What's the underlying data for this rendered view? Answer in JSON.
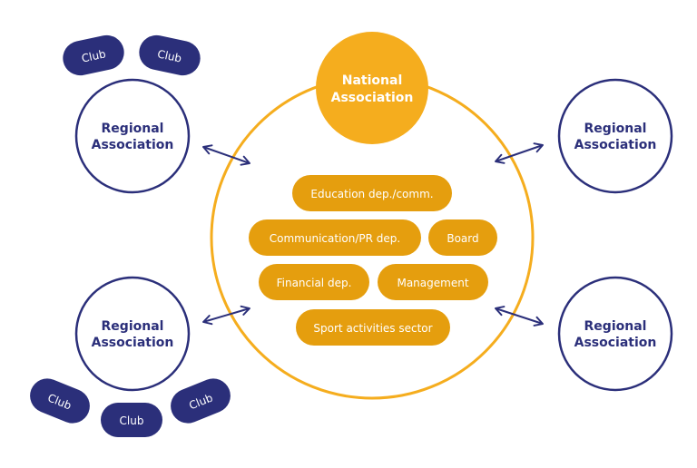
{
  "colors": {
    "navy": "#2b2f7a",
    "gold": "#f5ad1e",
    "gold_pill": "#e59e0e",
    "white": "#ffffff"
  },
  "national": {
    "line1": "National",
    "line2": "Association"
  },
  "regional": [
    {
      "line1": "Regional",
      "line2": "Association"
    },
    {
      "line1": "Regional",
      "line2": "Association"
    },
    {
      "line1": "Regional",
      "line2": "Association"
    },
    {
      "line1": "Regional",
      "line2": "Association"
    }
  ],
  "clubs": [
    "Club",
    "Club",
    "Club",
    "Club",
    "Club"
  ],
  "departments": [
    "Education dep./comm.",
    "Communication/PR dep.",
    "Board",
    "Financial dep.",
    "Management",
    "Sport activities sector"
  ]
}
